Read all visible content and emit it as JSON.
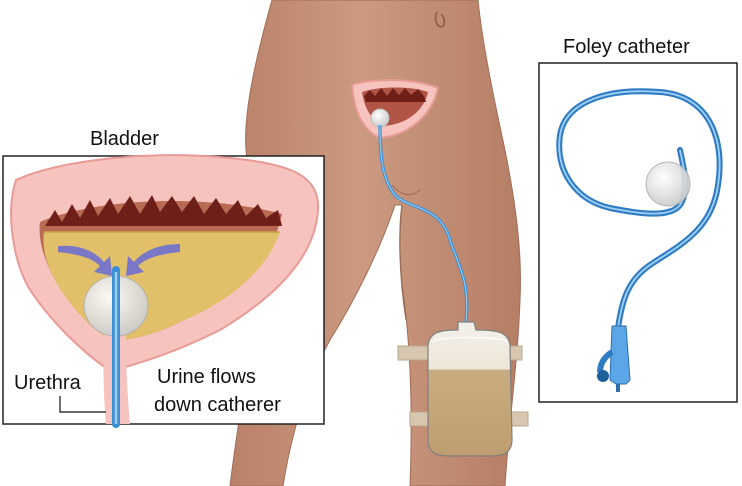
{
  "labels": {
    "bladder_title": "Bladder",
    "foley_title": "Foley catheter",
    "urethra": "Urethra",
    "urine_flow_line1": "Urine flows",
    "urine_flow_line2": "down catherer"
  },
  "colors": {
    "skin": "#C8937A",
    "skin_shadow": "#A97660",
    "tissue_pink": "#F6C3BE",
    "tissue_pink_edge": "#E89A95",
    "bladder_wall": "#C27E62",
    "bladder_inner": "#8B2E24",
    "urine": "#E1C069",
    "catheter_blue": "#3A8ED6",
    "catheter_highlight": "#9FD0F4",
    "balloon": "#E6E6E6",
    "arrow": "#6F6FD0",
    "bag_fill": "#C7A77A",
    "strap": "#D8C7B0",
    "border": "#222222"
  }
}
